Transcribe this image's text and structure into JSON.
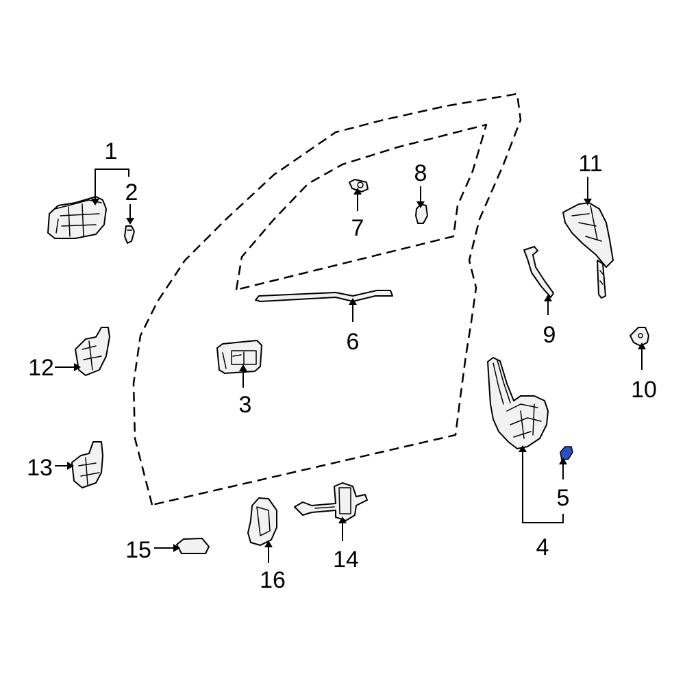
{
  "diagram": {
    "highlight_color": "#2a52be",
    "parts": [
      {
        "id": "p1",
        "callout": "1",
        "icon": "outside-handle-icon"
      },
      {
        "id": "p2",
        "callout": "2",
        "icon": "handle-clip-icon"
      },
      {
        "id": "p3",
        "callout": "3",
        "icon": "inside-handle-icon"
      },
      {
        "id": "p4",
        "callout": "4",
        "icon": "door-lock-assembly-icon"
      },
      {
        "id": "p5",
        "callout": "5",
        "icon": "lock-clip-icon",
        "highlighted": true
      },
      {
        "id": "p6",
        "callout": "6",
        "icon": "control-rod-icon"
      },
      {
        "id": "p7",
        "callout": "7",
        "icon": "rod-clip-icon"
      },
      {
        "id": "p8",
        "callout": "8",
        "icon": "rod-holder-icon"
      },
      {
        "id": "p9",
        "callout": "9",
        "icon": "lock-rod-icon"
      },
      {
        "id": "p10",
        "callout": "10",
        "icon": "striker-icon"
      },
      {
        "id": "p11",
        "callout": "11",
        "icon": "lock-cylinder-key-icon"
      },
      {
        "id": "p12",
        "callout": "12",
        "icon": "upper-hinge-icon"
      },
      {
        "id": "p13",
        "callout": "13",
        "icon": "lower-hinge-icon"
      },
      {
        "id": "p14",
        "callout": "14",
        "icon": "door-check-icon"
      },
      {
        "id": "p15",
        "callout": "15",
        "icon": "stopper-icon"
      },
      {
        "id": "p16",
        "callout": "16",
        "icon": "bumper-icon"
      }
    ]
  }
}
